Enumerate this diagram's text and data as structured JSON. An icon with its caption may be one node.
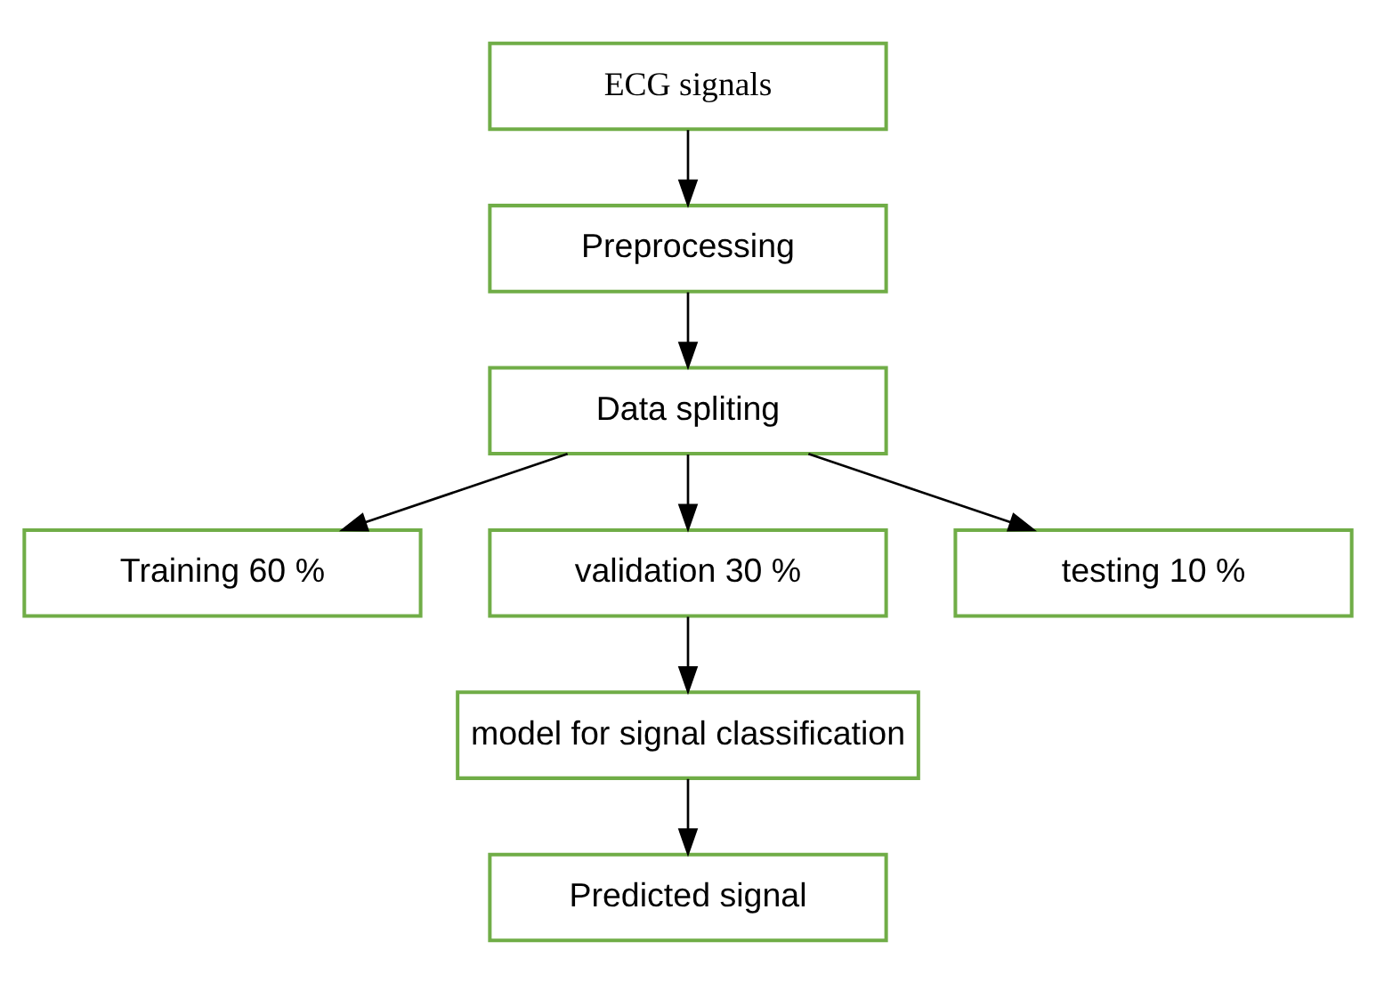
{
  "diagram": {
    "nodes": [
      {
        "text": [
          "ECG signals"
        ]
      },
      {
        "text": [
          "Preprocessing"
        ]
      },
      {
        "text": [
          "Data spliting"
        ]
      },
      {
        "text": [
          "Training 60 %"
        ]
      },
      {
        "text": [
          "validation 30 %"
        ]
      },
      {
        "text": [
          "testing 10 %"
        ]
      },
      {
        "text": [
          "model for signal classification"
        ]
      },
      {
        "text": [
          "Predicted signal"
        ]
      }
    ],
    "edges": [
      {
        "from": 0,
        "to": 1,
        "arrow": "to"
      },
      {
        "from": 1,
        "to": 2,
        "arrow": "to"
      },
      {
        "from": 2,
        "to": 3,
        "arrow": "to"
      },
      {
        "from": 2,
        "to": 4,
        "arrow": "to"
      },
      {
        "from": 2,
        "to": 5,
        "arrow": "to"
      },
      {
        "from": 4,
        "to": 6,
        "arrow": "to"
      },
      {
        "from": 6,
        "to": 7,
        "arrow": "to"
      }
    ]
  }
}
